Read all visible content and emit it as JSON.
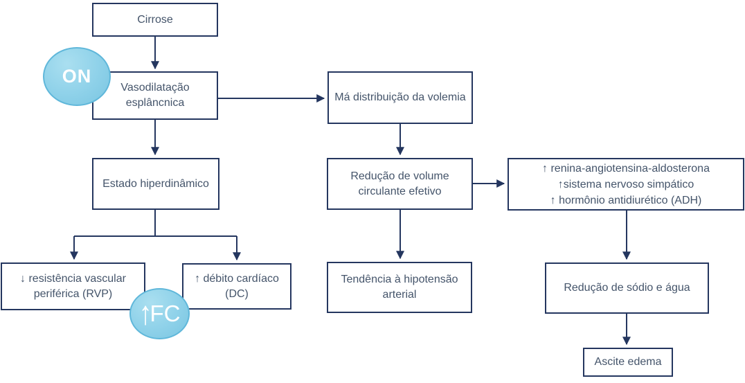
{
  "diagram": {
    "nodes": {
      "cirrose": {
        "label": "Cirrose"
      },
      "vasodilatacao": {
        "label": "Vasodilatação esplâncnica"
      },
      "ma_distribuicao": {
        "label": "Má distribuição da volemia"
      },
      "estado_hiperdinamico": {
        "label": "Estado hiperdinâmico"
      },
      "reducao_volume": {
        "label": "Redução de volume circulante efetivo"
      },
      "ativacao_neurohumoral": {
        "lines": [
          "↑ renina-angiotensina-aldosterona",
          "↑sistema nervoso simpático",
          "↑ hormônio antidiurético (ADH)"
        ]
      },
      "rvp": {
        "label": "↓ resistência vascular periférica (RVP)"
      },
      "debito_cardiaco": {
        "label": "↑ débito cardíaco (DC)"
      },
      "hipotensao": {
        "label": "Tendência à hipotensão arterial"
      },
      "reducao_sodio": {
        "label": "Redução de sódio e água"
      },
      "ascite": {
        "label": "Ascite edema"
      }
    },
    "badges": {
      "on": {
        "label": "ON"
      },
      "fc": {
        "arrow": "↑",
        "label": "FC"
      }
    },
    "colors": {
      "box_border": "#24365f",
      "box_text": "#44546a",
      "arrow": "#24365f",
      "badge_fill": "#8ed1e9",
      "badge_border": "#5fb7da",
      "badge_text": "#ffffff",
      "background": "#ffffff"
    }
  }
}
